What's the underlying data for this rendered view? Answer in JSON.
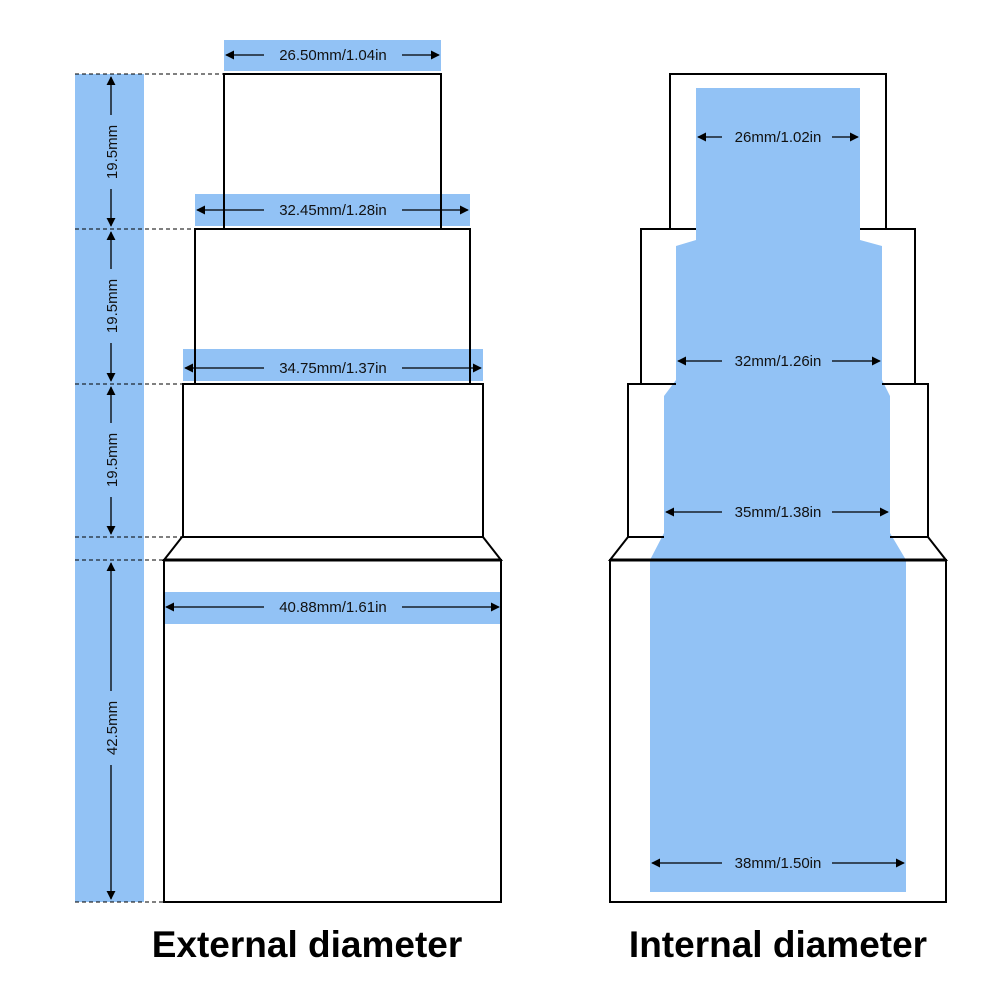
{
  "colors": {
    "highlight": "#92c2f5",
    "stroke": "#000000",
    "background": "#ffffff"
  },
  "external": {
    "caption": "External diameter",
    "diameters": {
      "section1": "26.50mm/1.04in",
      "section2": "32.45mm/1.28in",
      "section3": "34.75mm/1.37in",
      "section4": "40.88mm/1.61in"
    },
    "heights": {
      "section1": "19.5mm",
      "section2": "19.5mm",
      "section3": "19.5mm",
      "section4": "42.5mm"
    }
  },
  "internal": {
    "caption": "Internal diameter",
    "diameters": {
      "section1": "26mm/1.02in",
      "section2": "32mm/1.26in",
      "section3": "35mm/1.38in",
      "section4": "38mm/1.50in"
    }
  }
}
